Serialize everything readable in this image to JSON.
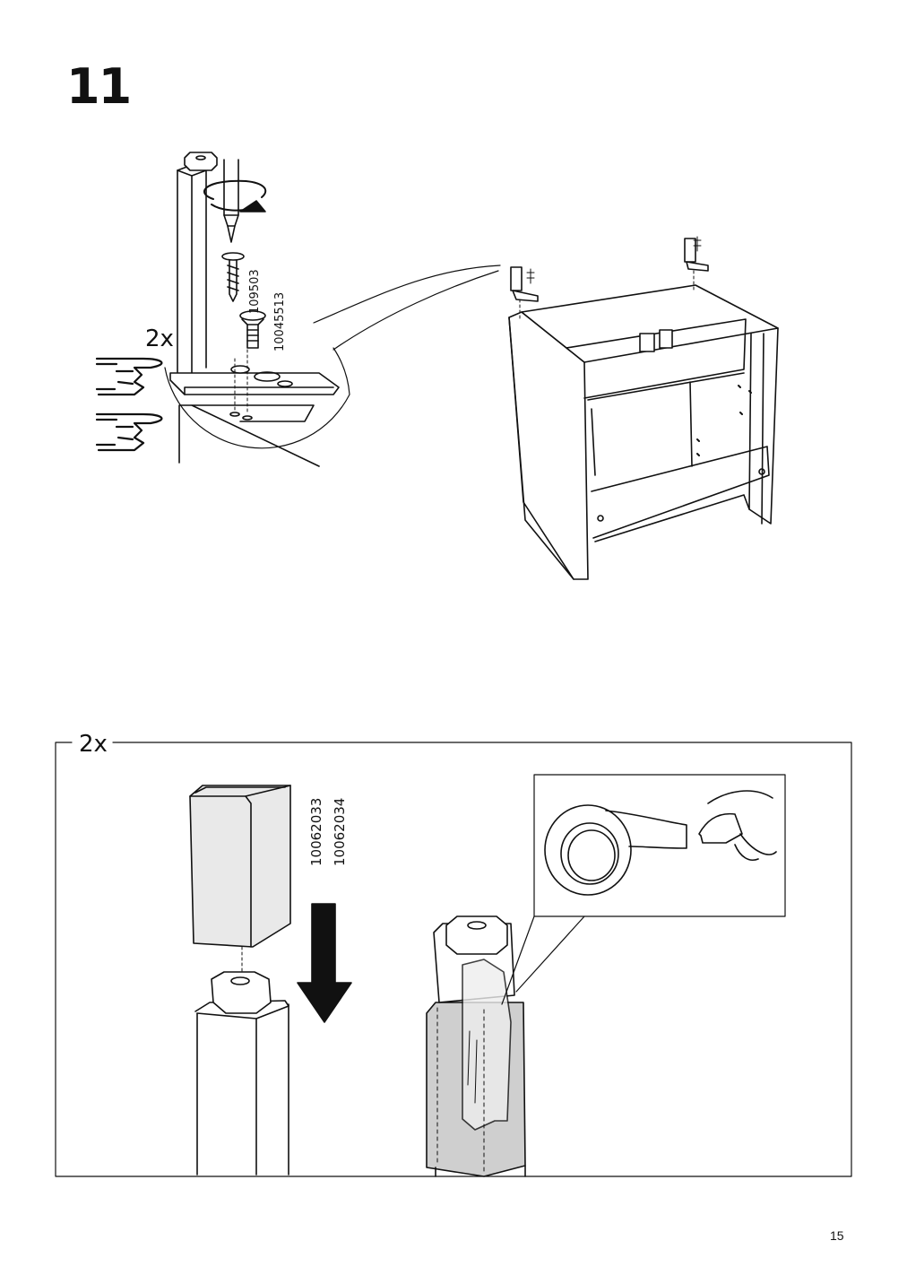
{
  "step": {
    "number": "11"
  },
  "top_illustration": {
    "quantity_label": "2x",
    "part_numbers": [
      "109503",
      "10045513"
    ]
  },
  "bottom_panel": {
    "quantity_label": "2x",
    "part_numbers": [
      "10062033",
      "10062034"
    ]
  },
  "page": {
    "number": "15"
  },
  "icons": [
    "screwdriver-icon",
    "rotate-arrow-icon",
    "screw-icon",
    "bolt-icon",
    "pointing-hand-icon",
    "down-arrow-icon",
    "tape-roll-icon",
    "hand-icon",
    "cabinet-icon",
    "sleeve-icon",
    "leg-icon"
  ]
}
